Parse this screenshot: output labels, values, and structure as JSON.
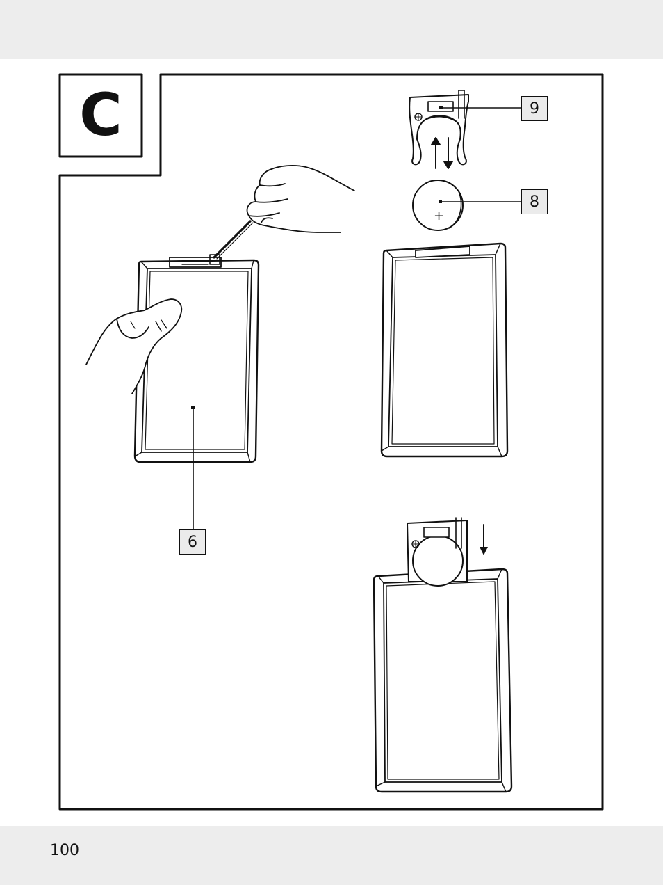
{
  "section": {
    "letter": "C"
  },
  "callouts": [
    {
      "id": "6",
      "label": "6"
    },
    {
      "id": "8",
      "label": "8"
    },
    {
      "id": "9",
      "label": "9"
    }
  ],
  "battery": {
    "polarity_mark": "+"
  },
  "footer": {
    "page_number": "100"
  },
  "colors": {
    "line": "#111111",
    "page_band": "#ededed",
    "callout_fill": "#ebebeb"
  }
}
